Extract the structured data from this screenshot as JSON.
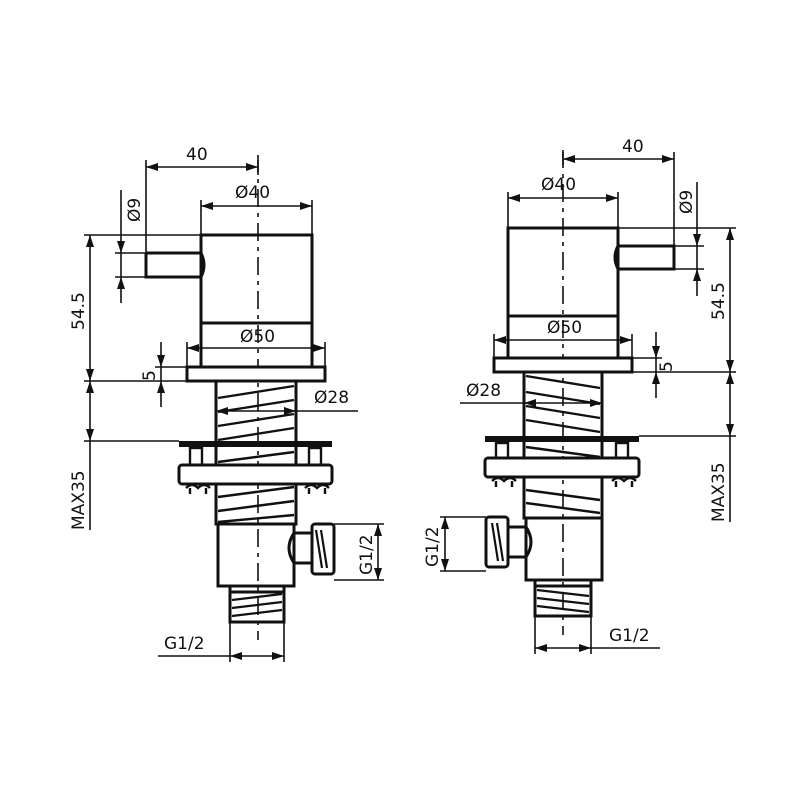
{
  "drawing": {
    "title": "Bath mixer valves - technical dimension drawing (left and right units)",
    "line_color": "#111111",
    "background": "#ffffff"
  },
  "left_unit": {
    "dim_handle_reach": "40",
    "dim_handle_diameter": "Ø9",
    "dim_body_diameter": "Ø40",
    "dim_height": "54.5",
    "dim_flange_diameter": "Ø50",
    "dim_flange_thickness": "5",
    "dim_shank_diameter": "Ø28",
    "dim_max_deck": "MAX35",
    "dim_side_outlet": "G1/2",
    "dim_bottom_inlet": "G1/2"
  },
  "right_unit": {
    "dim_handle_reach": "40",
    "dim_handle_diameter": "Ø9",
    "dim_body_diameter": "Ø40",
    "dim_height": "54.5",
    "dim_flange_diameter": "Ø50",
    "dim_flange_thickness": "5",
    "dim_shank_diameter": "Ø28",
    "dim_max_deck": "MAX35",
    "dim_side_outlet": "G1/2",
    "dim_bottom_inlet": "G1/2"
  }
}
